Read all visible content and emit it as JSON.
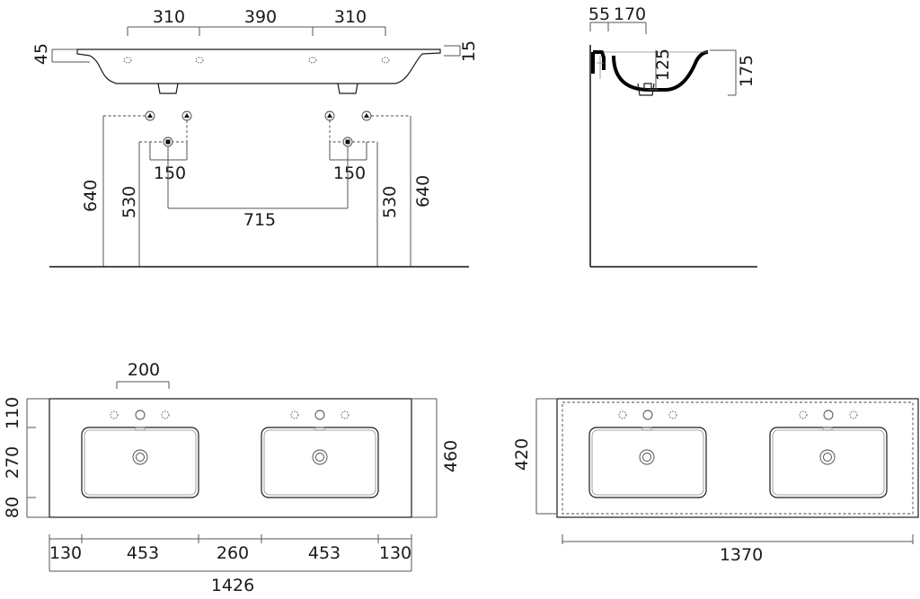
{
  "front_view": {
    "top_spacing": [
      "310",
      "390",
      "310"
    ],
    "rim_left": "45",
    "rim_right": "15",
    "supply_spacing_left": "150",
    "supply_spacing_right": "150",
    "drain_spacing": "715",
    "height_supply_left": "640",
    "height_drain_left": "530",
    "height_drain_right": "530",
    "height_supply_right": "640"
  },
  "side_view": {
    "top_dims": [
      "55",
      "170"
    ],
    "bowl_depth": "125",
    "total_height": "175"
  },
  "top_view": {
    "tap_spacing": "200",
    "depth_segments": [
      "110",
      "270",
      "80"
    ],
    "total_depth": "460",
    "width_segments": [
      "130",
      "453",
      "260",
      "453",
      "130"
    ],
    "total_width": "1426"
  },
  "cabinet_view": {
    "depth": "420",
    "width": "1370"
  }
}
